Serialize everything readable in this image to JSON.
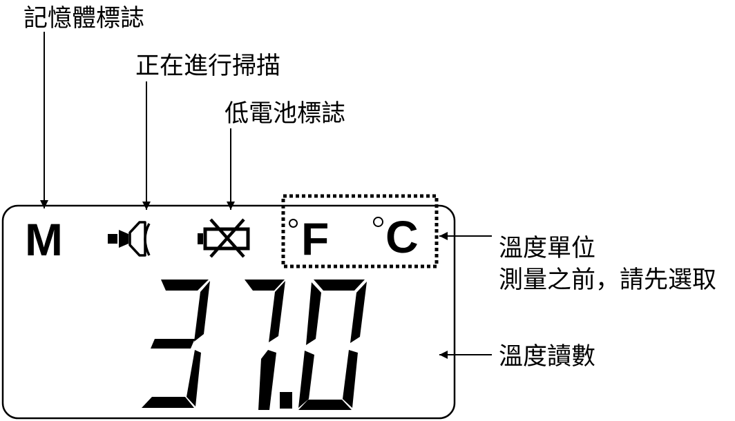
{
  "callouts": {
    "memory_flag": "記憶體標誌",
    "scanning": "正在進行掃描",
    "low_battery": "低電池標誌",
    "temperature_unit": "溫度單位",
    "select_before_measure": "測量之前，請先選取",
    "temperature_reading": "溫度讀數"
  },
  "display": {
    "memory_symbol": "M",
    "unit_fahrenheit": "F",
    "unit_celsius": "C",
    "reading": "37.0"
  },
  "icons": {
    "memory": "letter-m",
    "scan": "speaker-icon",
    "battery": "crossed-battery-icon",
    "degree": "degree-ring"
  }
}
